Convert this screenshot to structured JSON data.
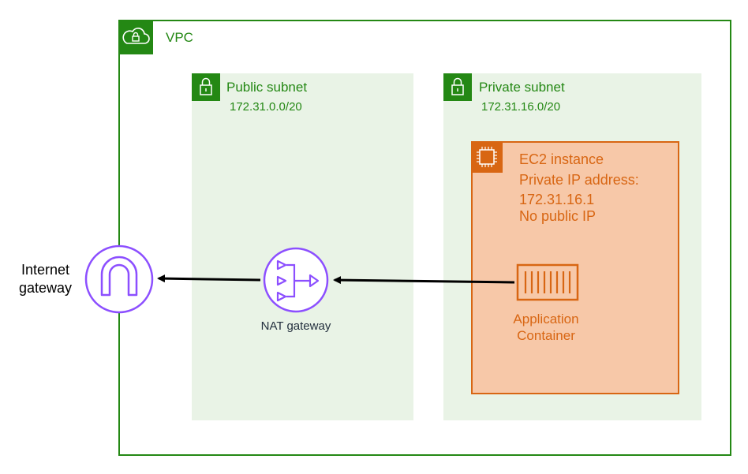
{
  "vpc": {
    "label": "VPC",
    "icon": "cloud-lock-icon",
    "color": "#248814"
  },
  "public_subnet": {
    "title": "Public subnet",
    "cidr": "172.31.0.0/20",
    "icon": "lock-icon",
    "fill": "#e9f3e6"
  },
  "private_subnet": {
    "title": "Private subnet",
    "cidr": "172.31.16.0/20",
    "icon": "lock-icon",
    "fill": "#e9f3e6"
  },
  "ec2": {
    "icon": "chip-icon",
    "lines": [
      "EC2 instance",
      "Private IP address:",
      "172.31.16.1",
      "No public IP"
    ],
    "color": "#d86613",
    "fill": "#f7c8a8"
  },
  "container": {
    "lines": [
      "Application",
      "Container"
    ],
    "icon": "container-icon"
  },
  "nat_gateway": {
    "label": "NAT gateway",
    "icon": "nat-gateway-icon",
    "color": "#8c4fff"
  },
  "internet_gateway": {
    "lines": [
      "Internet",
      "gateway"
    ],
    "icon": "internet-gateway-icon",
    "color": "#8c4fff"
  }
}
